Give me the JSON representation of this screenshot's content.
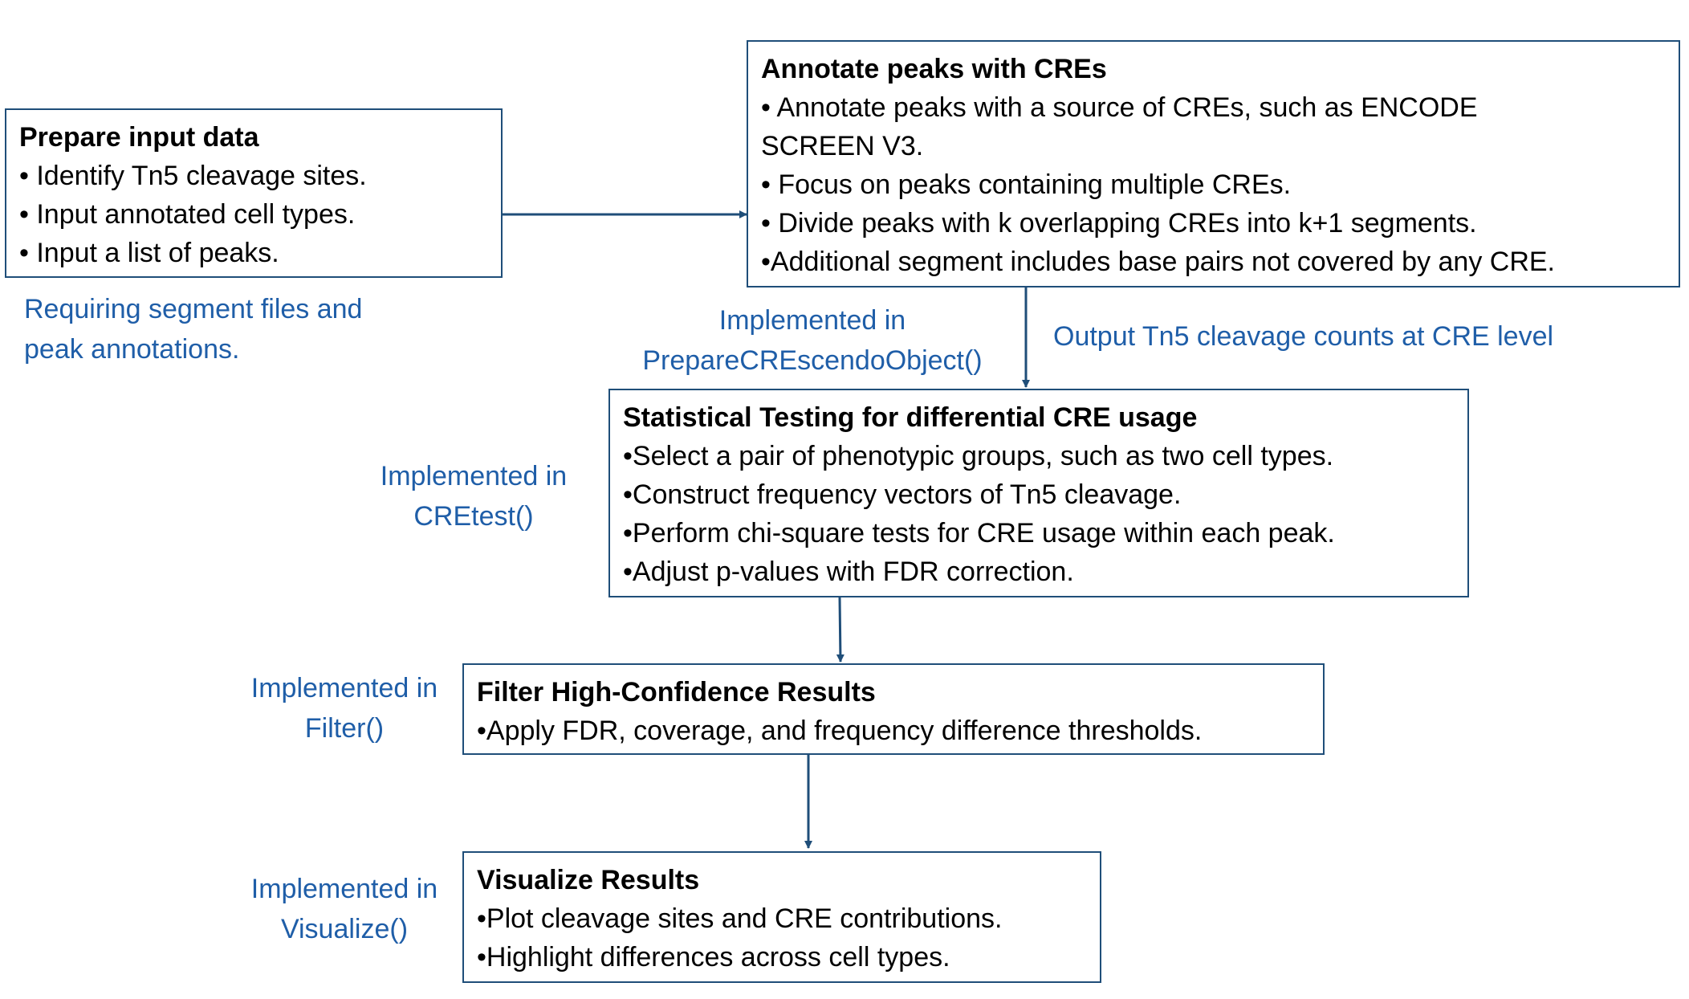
{
  "boxes": {
    "prepare": {
      "title": "Prepare input data",
      "lines": [
        "• Identify Tn5 cleavage sites.",
        "• Input annotated cell types.",
        "• Input a list of peaks."
      ]
    },
    "annotate": {
      "title": "Annotate peaks with CREs",
      "lines": [
        "• Annotate peaks with a source of CREs, such as ENCODE",
        "SCREEN V3.",
        "• Focus on peaks containing multiple CREs.",
        "• Divide peaks with k overlapping CREs into k+1 segments.",
        "•Additional segment includes base pairs not covered by any CRE."
      ]
    },
    "stat": {
      "title": "Statistical Testing for differential CRE usage",
      "lines": [
        "•Select a pair of phenotypic groups, such as two cell types.",
        "•Construct frequency vectors of Tn5 cleavage.",
        "•Perform chi-square tests for CRE usage within each peak.",
        "•Adjust p-values with FDR correction."
      ]
    },
    "filter": {
      "title": "Filter High-Confidence Results",
      "lines": [
        "•Apply FDR, coverage, and frequency difference thresholds."
      ]
    },
    "visualize": {
      "title": "Visualize Results",
      "lines": [
        "•Plot cleavage sites and CRE contributions.",
        "•Highlight differences across cell types."
      ]
    }
  },
  "notes": {
    "requiring": [
      "Requiring segment files and",
      "peak annotations."
    ],
    "prepare_impl": [
      "Implemented in",
      "PrepareCREscendoObject()"
    ],
    "output": "Output Tn5 cleavage counts at CRE level",
    "cretest_impl": [
      "Implemented in",
      "CREtest()"
    ],
    "filter_impl": [
      "Implemented in",
      "Filter()"
    ],
    "visualize_impl": [
      "Implemented in",
      "Visualize()"
    ]
  },
  "colors": {
    "box_border": "#1f4e79",
    "arrow": "#1f4e79",
    "note_text": "#1f5ea8"
  }
}
